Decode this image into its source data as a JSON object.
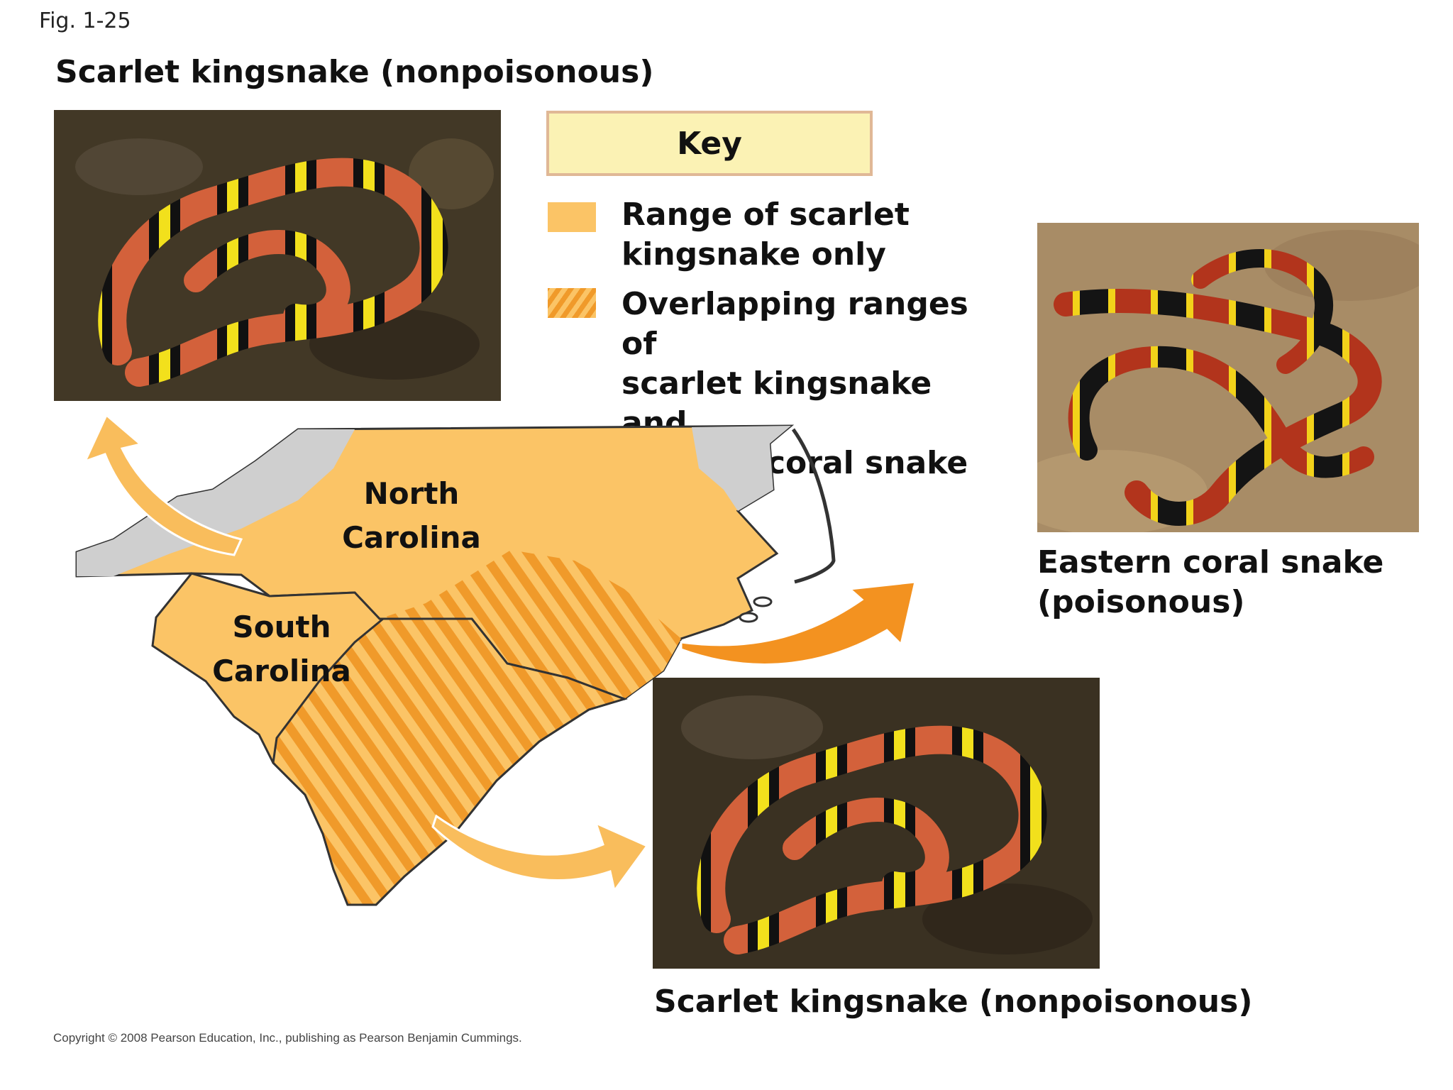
{
  "figure": {
    "label": "Fig. 1-25",
    "title_top": "Scarlet kingsnake (nonpoisonous)",
    "caption_bottom": "Scarlet kingsnake (nonpoisonous)",
    "caption_coral_line1": "Eastern coral snake",
    "caption_coral_line2": "(poisonous)",
    "copyright": "Copyright © 2008 Pearson Education, Inc., publishing as Pearson Benjamin Cummings."
  },
  "key": {
    "title": "Key",
    "item1_line1": "Range of scarlet",
    "item1_line2": "kingsnake only",
    "item2_line1": "Overlapping ranges of",
    "item2_line2": "scarlet kingsnake and",
    "item2_line3": "eastern coral snake"
  },
  "map": {
    "nc_line1": "North",
    "nc_line2": "Carolina",
    "sc_line1": "South",
    "sc_line2": "Carolina"
  },
  "colors": {
    "range_only": "#fbc466",
    "overlap_stripe": "#f09a2a",
    "no_range": "#cfcfcf",
    "arrow_light": "#f9bd5c",
    "arrow_dark": "#f39220"
  }
}
